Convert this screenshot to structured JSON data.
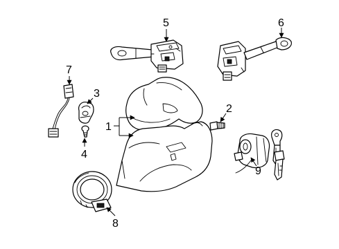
{
  "diagram": {
    "callouts": [
      {
        "id": "1",
        "label": "1"
      },
      {
        "id": "2",
        "label": "2"
      },
      {
        "id": "3",
        "label": "3"
      },
      {
        "id": "4",
        "label": "4"
      },
      {
        "id": "5",
        "label": "5"
      },
      {
        "id": "6",
        "label": "6"
      },
      {
        "id": "7",
        "label": "7"
      },
      {
        "id": "8",
        "label": "8"
      },
      {
        "id": "9",
        "label": "9"
      }
    ],
    "parts": [
      {
        "callout": "1",
        "name": "steering-column-cover"
      },
      {
        "callout": "2",
        "name": "screw"
      },
      {
        "callout": "3",
        "name": "switch-bracket"
      },
      {
        "callout": "4",
        "name": "clip"
      },
      {
        "callout": "5",
        "name": "headlamp-switch"
      },
      {
        "callout": "6",
        "name": "wiper-switch"
      },
      {
        "callout": "7",
        "name": "wire-harness"
      },
      {
        "callout": "8",
        "name": "clock-spring"
      },
      {
        "callout": "9",
        "name": "ignition-lock-cylinder-and-key"
      }
    ]
  }
}
